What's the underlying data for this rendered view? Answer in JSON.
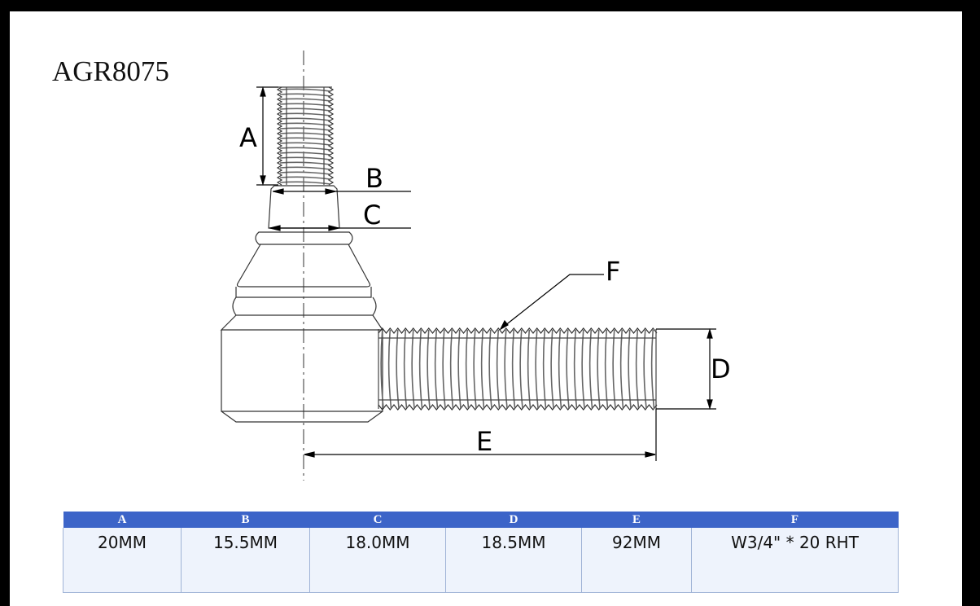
{
  "title": "AGR8075",
  "labels": {
    "a": "A",
    "b": "B",
    "c": "C",
    "d": "D",
    "e": "E",
    "f": "F"
  },
  "table": {
    "headers": [
      "A",
      "B",
      "C",
      "D",
      "E",
      "F"
    ],
    "values": [
      "20MM",
      "15.5MM",
      "18.0MM",
      "18.5MM",
      "92MM",
      "W3/4\" * 20 RHT"
    ]
  },
  "colors": {
    "header": "#3c64c8",
    "cell": "#eef3fc"
  }
}
